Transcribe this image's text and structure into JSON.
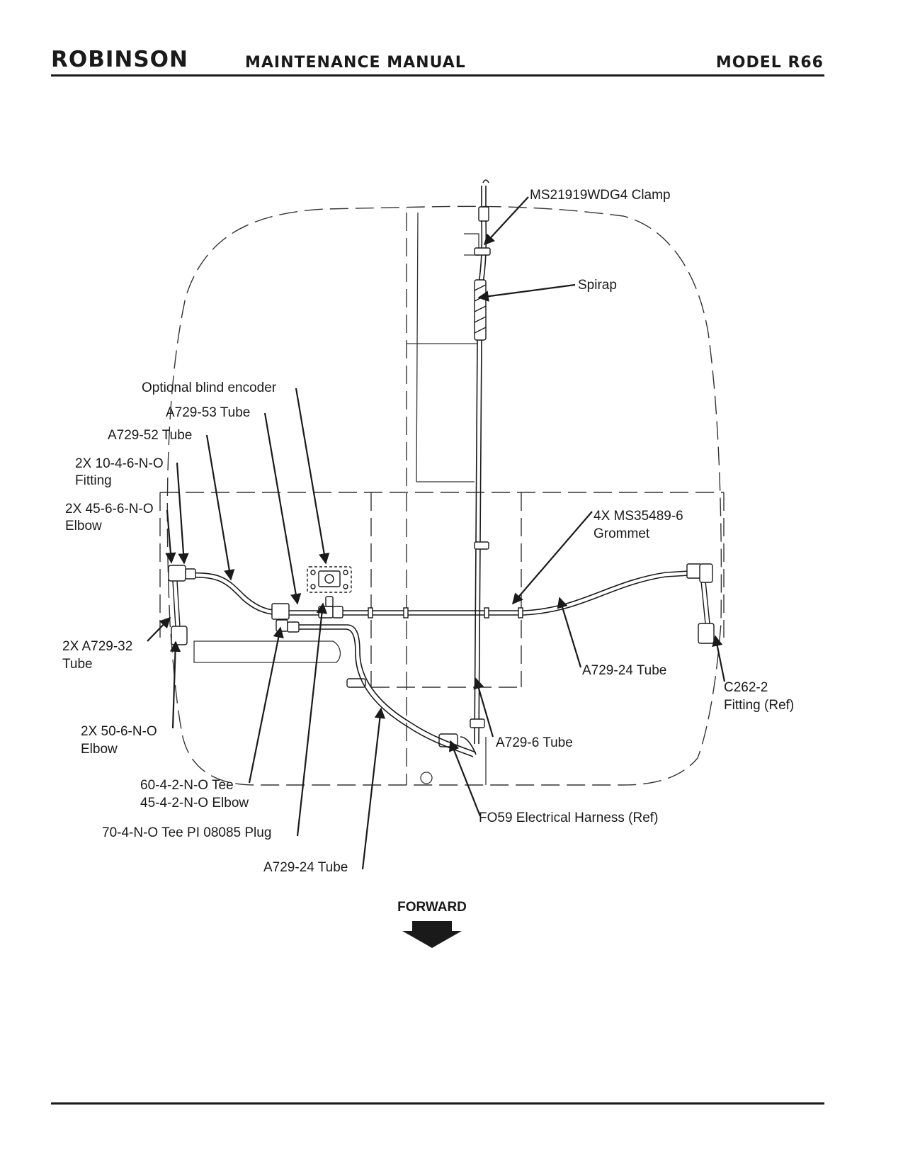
{
  "header": {
    "brand": "ROBINSON",
    "title": "MAINTENANCE MANUAL",
    "model": "MODEL R66"
  },
  "diagram": {
    "labels": {
      "clamp": "MS21919WDG4 Clamp",
      "spirap": "Spirap",
      "encoder": "Optional blind encoder",
      "tube53": "A729-53 Tube",
      "tube52": "A729-52 Tube",
      "fitting_line1": "2X 10-4-6-N-O",
      "fitting_line2": "Fitting",
      "elbow45_line1": "2X 45-6-6-N-O",
      "elbow45_line2": "Elbow",
      "grommet_line1": "4X MS35489-6",
      "grommet_line2": "Grommet",
      "tube32_line1": "2X A729-32",
      "tube32_line2": "Tube",
      "tube24_right": "A729-24 Tube",
      "c262_line1": "C262-2",
      "c262_line2": "Fitting (Ref)",
      "elbow50_line1": "2X 50-6-N-O",
      "elbow50_line2": "Elbow",
      "tube6": "A729-6 Tube",
      "tee_line1": "60-4-2-N-O Tee",
      "tee_line2": "45-4-2-N-O Elbow",
      "harness": "FO59 Electrical Harness (Ref)",
      "plug": "70-4-N-O Tee PI 08085 Plug",
      "tube24_bottom": "A729-24 Tube",
      "forward": "FORWARD"
    }
  }
}
